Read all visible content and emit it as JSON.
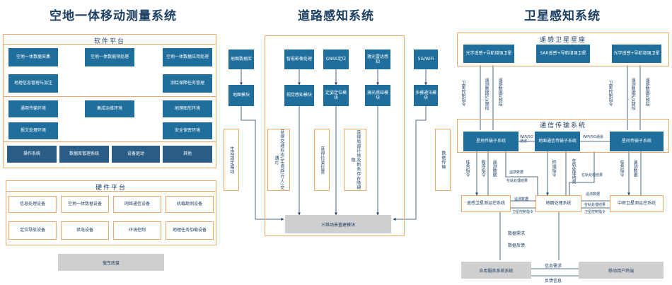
{
  "left": {
    "title": "空地一体移动测量系统",
    "software": {
      "title": "软件平台",
      "row1": [
        "空地一体数据采集",
        "空地一体数据预处理",
        "空地一体数据应用处理"
      ],
      "row2": [
        "地理信息管理与加注",
        "测绘保障任务管理"
      ],
      "row3": [
        "通用传输环境",
        "集成运维环境",
        "地理图形环境"
      ],
      "row4": [
        "报文处理环境",
        "安全保密环境"
      ],
      "row5": [
        "操作系统",
        "数据库管理系统",
        "设备驱动",
        "其他"
      ]
    },
    "hardware": {
      "title": "硬件平台",
      "row1": [
        "信息处理设备",
        "空地一体数据设备",
        "网络通信设备",
        "机载勘测设备"
      ],
      "row2": [
        "定位导航设备",
        "供电设备",
        "环境控制",
        "地理任务加载设备"
      ]
    },
    "base": "载车底盘"
  },
  "middle": {
    "title": "道路感知系统",
    "sources": [
      "地图数据库",
      "智能影像处理",
      "GNSS定位",
      "激光雷达感知",
      "5G/WiFi"
    ],
    "modules": [
      "地图模块",
      "视觉感知模块",
      "定姿定位模块",
      "激光感知模块",
      "多模通讯模块"
    ],
    "notes": [
      "生成固定路线",
      "获得交通标志/车道线/行人/交通灯",
      "获得位姿位置",
      "获得局部环境及新务存在障碍物",
      "数据传输"
    ],
    "target": "三维场景重建模块"
  },
  "right": {
    "title": "卫星感知系统",
    "constellation": {
      "title": "遥感卫星星座",
      "sats": [
        "光学遥感+导航增强卫星",
        "SAR遥感+导航增强卫星",
        "光学遥感+导航增强卫星"
      ]
    },
    "uplink": [
      "卫星控制指令",
      "遥测数据S/X频段",
      "遥感数据X频段"
    ],
    "comm": {
      "title": "通信传输系统",
      "nodes": [
        "星地传输子系统",
        "地面通信传输子系统",
        "星间传输子系统"
      ],
      "wifi": [
        "WiFi/5G通道",
        "WiFi/5G通道"
      ]
    },
    "mid_labels": [
      "任务指令",
      "程序指令",
      "遥测数据",
      "遥感数据",
      "在轨处理结果",
      "终端指令",
      "在轨处理结果",
      "在轨处理结果",
      "任务指令",
      "遥测数据"
    ],
    "bottom": {
      "nodes": [
        "遥感卫星测运控系统",
        "地面处理系统",
        "中继卫星测运控系统"
      ],
      "small": [
        "遥测数据",
        "卫星控制指令",
        "遥测数据",
        "在轨处理结果",
        "卫星控制指令"
      ]
    },
    "data_labels": [
      "数据需求",
      "数据反馈"
    ],
    "final": [
      "应用服务系统系统",
      "移动用户终端"
    ],
    "final_labels": [
      "信息需求",
      "反馈信息"
    ]
  }
}
